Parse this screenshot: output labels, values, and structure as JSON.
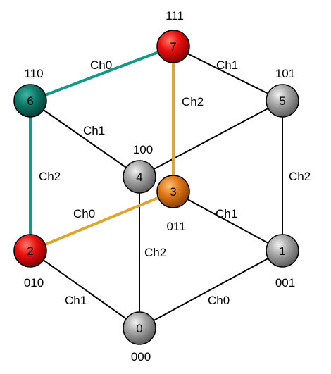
{
  "colors": {
    "edge_default": "#000000",
    "path_teal": "#13998a",
    "path_gold": "#e0a52e",
    "node_red": "#e81010",
    "node_teal": "#0f7a6a",
    "node_gray": "#9a9a9a",
    "node_orange": "#e07818"
  },
  "nodes": {
    "n0": {
      "label": "0",
      "code": "000",
      "color": "gray"
    },
    "n1": {
      "label": "1",
      "code": "001",
      "color": "gray"
    },
    "n2": {
      "label": "2",
      "code": "010",
      "color": "red"
    },
    "n3": {
      "label": "3",
      "code": "011",
      "color": "orange"
    },
    "n4": {
      "label": "4",
      "code": "100",
      "color": "gray"
    },
    "n5": {
      "label": "5",
      "code": "101",
      "color": "gray"
    },
    "n6": {
      "label": "6",
      "code": "110",
      "color": "teal"
    },
    "n7": {
      "label": "7",
      "code": "111",
      "color": "red"
    }
  },
  "edges": {
    "e0_1": {
      "from": "n0",
      "to": "n1",
      "label": "Ch0",
      "highlight": "none"
    },
    "e0_2": {
      "from": "n0",
      "to": "n2",
      "label": "Ch1",
      "highlight": "none"
    },
    "e0_4": {
      "from": "n0",
      "to": "n4",
      "label": "Ch2",
      "highlight": "none"
    },
    "e1_3": {
      "from": "n1",
      "to": "n3",
      "label": "Ch1",
      "highlight": "none"
    },
    "e1_5": {
      "from": "n1",
      "to": "n5",
      "label": "Ch2",
      "highlight": "none"
    },
    "e2_3": {
      "from": "n2",
      "to": "n3",
      "label": "Ch0",
      "highlight": "gold"
    },
    "e2_6": {
      "from": "n2",
      "to": "n6",
      "label": "Ch2",
      "highlight": "teal"
    },
    "e3_7": {
      "from": "n3",
      "to": "n7",
      "label": "Ch2",
      "highlight": "gold"
    },
    "e4_5": {
      "from": "n4",
      "to": "n5",
      "label": "",
      "highlight": "none"
    },
    "e4_6": {
      "from": "n4",
      "to": "n6",
      "label": "Ch1",
      "highlight": "none"
    },
    "e5_7": {
      "from": "n5",
      "to": "n7",
      "label": "Ch1",
      "highlight": "none"
    },
    "e6_7": {
      "from": "n6",
      "to": "n7",
      "label": "Ch0",
      "highlight": "teal"
    }
  }
}
